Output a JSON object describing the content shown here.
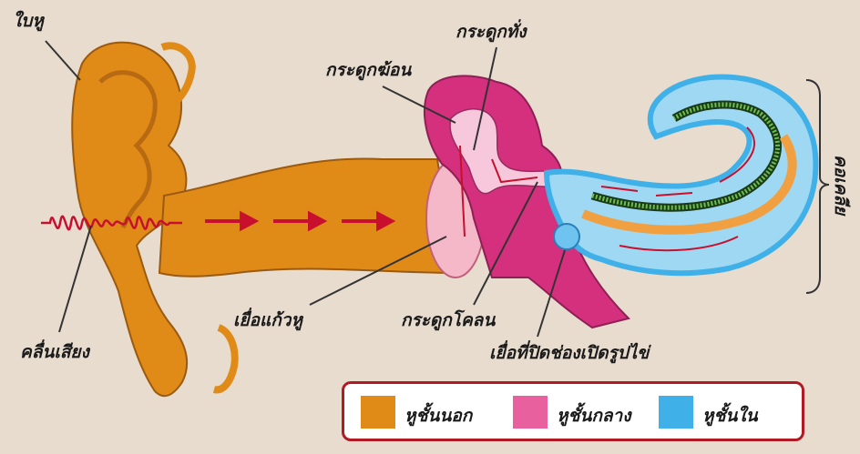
{
  "labels": {
    "pinna": "ใบหู",
    "anvil": "กระดูกทั่ง",
    "hammer": "กระดูกฆ้อน",
    "eardrum": "เยื่อแก้วหู",
    "stirrup": "กระดูกโคลน",
    "oval_window": "เยื่อที่ปิดช่องเปิดรูปไข่",
    "sound_wave": "คลื่นเสียง",
    "cochlea": "คอเคลีย"
  },
  "legend": [
    {
      "label": "หูชั้นนอก",
      "color": "#e08a18"
    },
    {
      "label": "หูชั้นกลาง",
      "color": "#e8609e"
    },
    {
      "label": "หูชั้นใน",
      "color": "#3fb0e8"
    }
  ],
  "colors": {
    "background": "#e8dccf",
    "outer_ear": "#e08a18",
    "middle_ear": "#d4307e",
    "inner_ear": "#3fb0e8",
    "arrow": "#c8102e",
    "legend_border": "#b11a22"
  }
}
